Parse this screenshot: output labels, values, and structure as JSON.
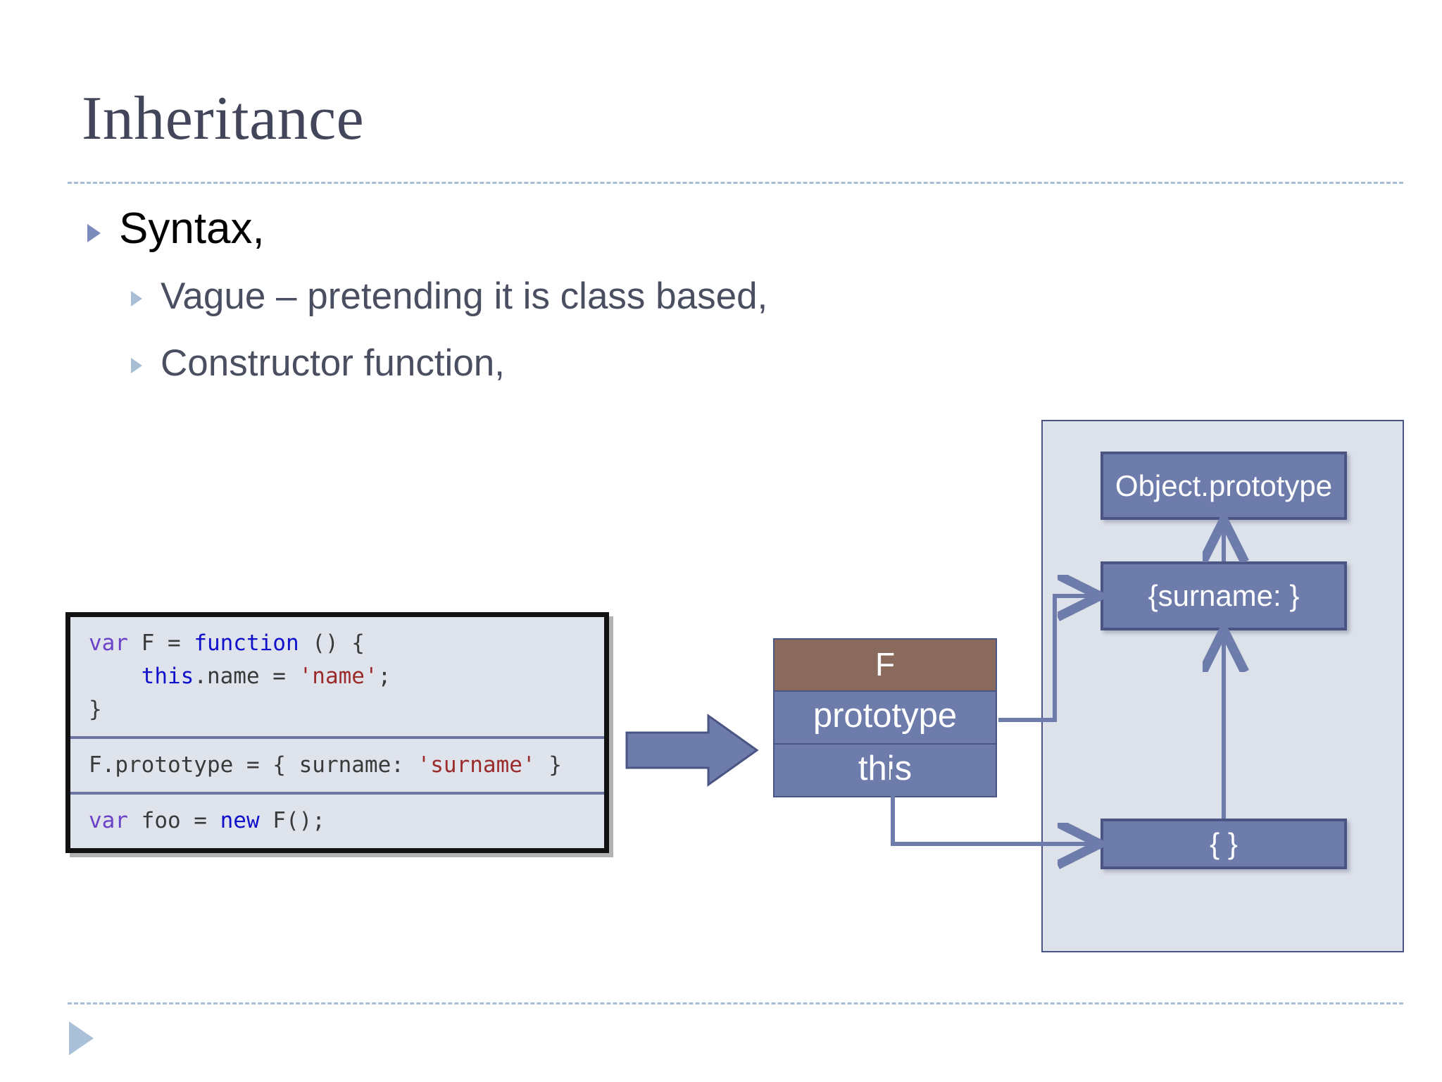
{
  "slide": {
    "title": "Inheritance",
    "bullets": [
      {
        "level": 1,
        "text": "Syntax,"
      },
      {
        "level": 2,
        "text": "Vague – pretending it is class based,"
      },
      {
        "level": 2,
        "text": "Constructor function,"
      }
    ]
  },
  "code_block": {
    "groups": [
      {
        "lines": [
          [
            {
              "t": "var ",
              "k": "kw"
            },
            {
              "t": "F = ",
              "k": "plain"
            },
            {
              "t": "function",
              "k": "fn"
            },
            {
              "t": " () {",
              "k": "plain"
            }
          ],
          [
            {
              "t": "    ",
              "k": "plain"
            },
            {
              "t": "this",
              "k": "this"
            },
            {
              "t": ".name = ",
              "k": "plain"
            },
            {
              "t": "'name'",
              "k": "str"
            },
            {
              "t": ";",
              "k": "plain"
            }
          ],
          [
            {
              "t": "}",
              "k": "plain"
            }
          ]
        ]
      },
      {
        "lines": [
          [
            {
              "t": "F.prototype = { surname: ",
              "k": "plain"
            },
            {
              "t": "'surname'",
              "k": "str"
            },
            {
              "t": " }",
              "k": "plain"
            }
          ]
        ]
      },
      {
        "lines": [
          [
            {
              "t": "var ",
              "k": "kw"
            },
            {
              "t": "foo = ",
              "k": "plain"
            },
            {
              "t": "new",
              "k": "fn"
            },
            {
              "t": " F();",
              "k": "plain"
            }
          ]
        ]
      }
    ]
  },
  "diagram": {
    "function_object": {
      "header": "F",
      "rows": [
        "prototype",
        "this"
      ]
    },
    "heap_boxes": {
      "object_prototype": "Object.prototype",
      "surname_object": "{surname: }",
      "instance_object": "{ }"
    }
  },
  "colors": {
    "title_text": "#43465a",
    "bullet_l1_text": "#000000",
    "bullet_l2_text": "#4a4e61",
    "bullet_l1_marker": "#7b8bbb",
    "bullet_l2_marker": "#a8bed4",
    "rule_dashes": "#a8bed4",
    "code_background": "#dfe3ec",
    "code_border": "#121212",
    "code_divider": "#6c76a0",
    "token_keyword": "#6a42c8",
    "token_function": "#1111cc",
    "token_string": "#9c2b2b",
    "token_plain": "#3a3a3a",
    "f_header_fill": "#8a6a5c",
    "box_fill": "#6e7cab",
    "box_border": "#4a5584",
    "panel_fill": "#dde1ea",
    "arrow_fill": "#6e7cab",
    "footer_triangle": "#a9c0d8"
  }
}
